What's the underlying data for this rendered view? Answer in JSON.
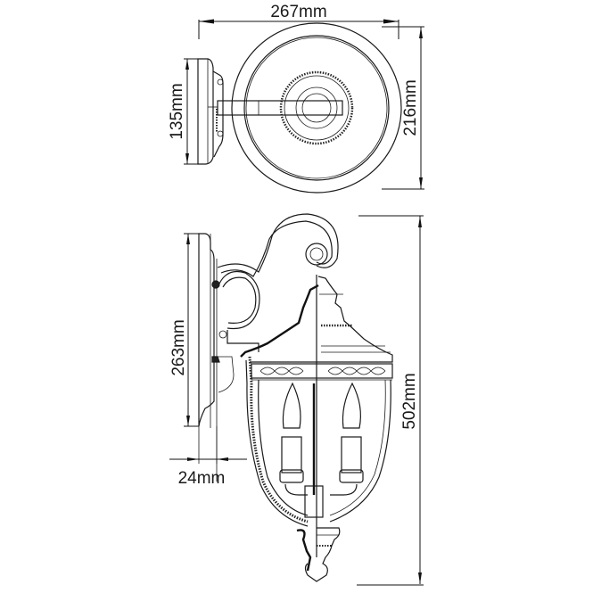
{
  "drawing": {
    "subject": "Outdoor wall lantern technical drawing",
    "views": [
      "top-view",
      "side-view"
    ],
    "line_color": "#1a1a1a",
    "background": "#ffffff"
  },
  "dimensions": {
    "width": "267mm",
    "top_depth": "216mm",
    "backplate_height_top": "135mm",
    "backplate_height_side": "263mm",
    "projection_offset": "24mm",
    "total_height": "502mm"
  }
}
